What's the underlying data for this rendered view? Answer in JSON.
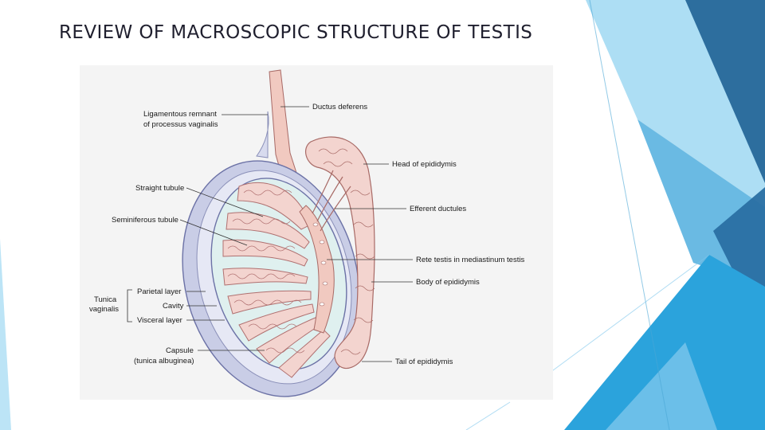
{
  "slide": {
    "title": "REVIEW OF MACROSCOPIC STRUCTURE OF TESTIS"
  },
  "diagram": {
    "labels": {
      "ductus_deferens": "Ductus deferens",
      "ligament_line1": "Ligamentous remnant",
      "ligament_line2": "of processus vaginalis",
      "head_epididymis": "Head of epididymis",
      "straight_tubule": "Straight tubule",
      "efferent_ductules": "Efferent ductules",
      "seminiferous_tubule": "Seminiferous tubule",
      "rete_testis": "Rete testis in mediastinum testis",
      "body_epididymis": "Body of epididymis",
      "tunica_line1": "Tunica",
      "tunica_line2": "vaginalis",
      "parietal_layer": "Parietal layer",
      "cavity": "Cavity",
      "visceral_layer": "Visceral layer",
      "capsule_line1": "Capsule",
      "capsule_line2": "(tunica albuginea)",
      "tail_epididymis": "Tail of epididymis"
    }
  },
  "colors": {
    "accent_dark": "#2a6fa3",
    "accent_mid": "#3aa0d8",
    "accent_light": "#8dd0f0",
    "tubule": "#f3d4cf",
    "tubule_line": "#b07070",
    "capsule": "#c9cde6"
  }
}
